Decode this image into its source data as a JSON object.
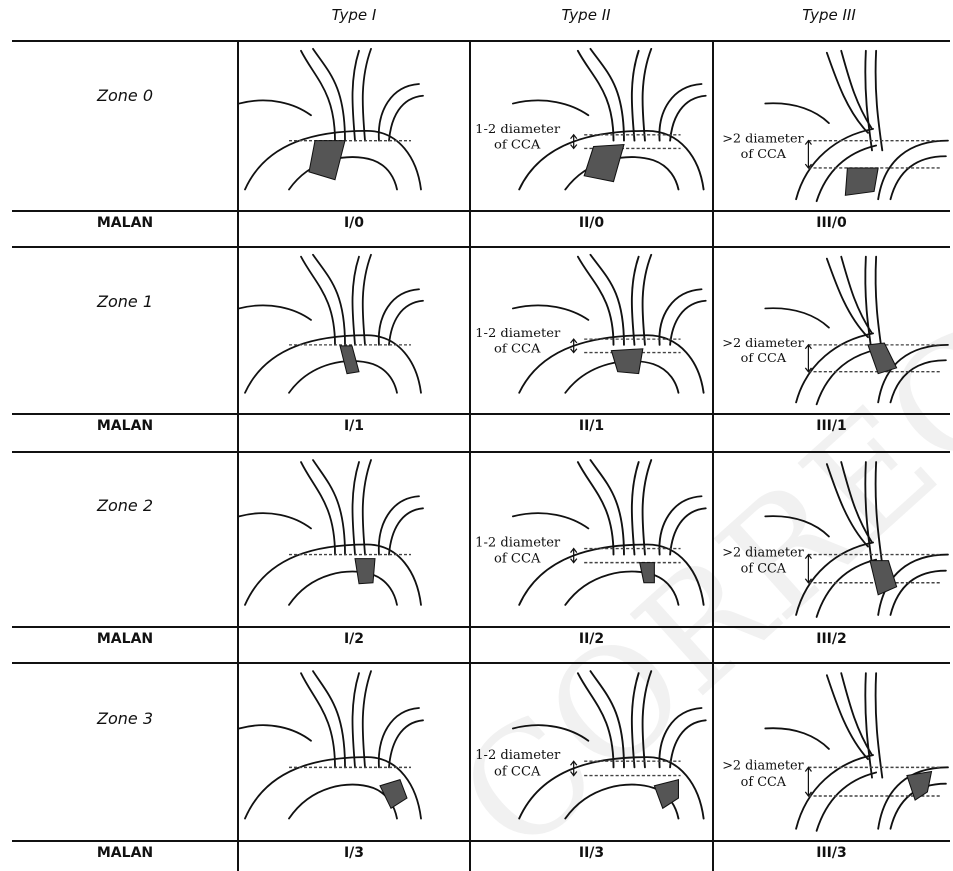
{
  "table": {
    "columns": [
      {
        "label": "Type I"
      },
      {
        "label": "Type II"
      },
      {
        "label": "Type III"
      }
    ],
    "row_label": "MALAN",
    "rows": [
      {
        "zone": "Zone 0",
        "codes": [
          "I/0",
          "II/0",
          "III/0"
        ]
      },
      {
        "zone": "Zone 1",
        "codes": [
          "I/1",
          "II/1",
          "III/1"
        ]
      },
      {
        "zone": "Zone 2",
        "codes": [
          "I/2",
          "II/2",
          "III/2"
        ]
      },
      {
        "zone": "Zone 3",
        "codes": [
          "I/3",
          "II/3",
          "III/3"
        ]
      }
    ]
  },
  "annotations": {
    "type2_line1": "1-2 diameter",
    "type2_line2": "of CCA",
    "type3_line1": ">2 diameter",
    "type3_line2": "of CCA"
  },
  "watermark": "CORRECTED PROOF",
  "colors": {
    "line": "#111111",
    "zone_fill": "#555555",
    "dashed": "#444444",
    "watermark": "#c8c8c8"
  }
}
